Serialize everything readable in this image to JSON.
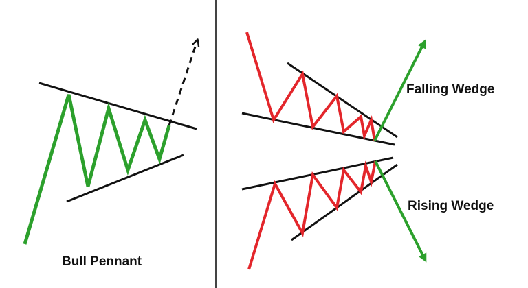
{
  "colors": {
    "bull_line": "#2ca02c",
    "bear_line": "#e3262b",
    "trendline": "#111111",
    "divider": "#444444",
    "arrow_up": "#2ca02c",
    "arrow_down": "#2ca02c"
  },
  "labels": {
    "bull_pennant": "Bull Pennant",
    "falling_wedge": "Falling Wedge",
    "rising_wedge": "Rising Wedge"
  }
}
